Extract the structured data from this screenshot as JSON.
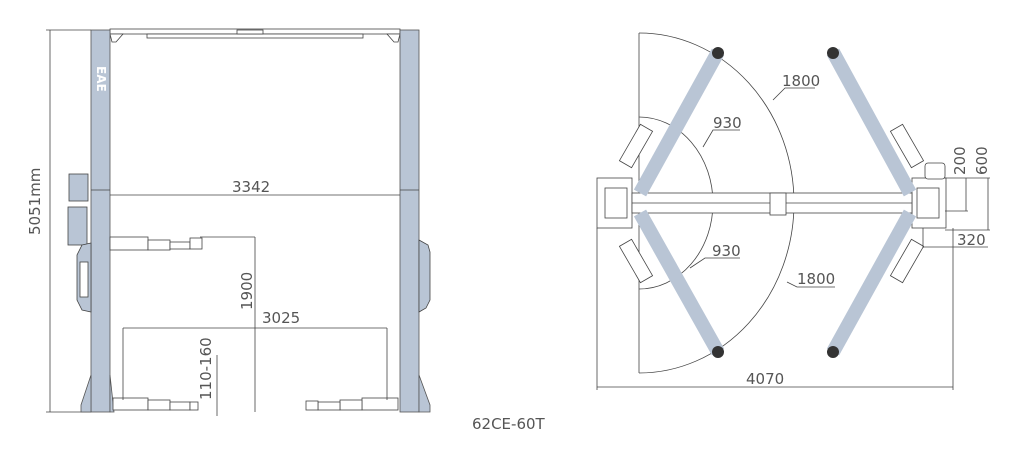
{
  "model_label": "62CE-60T",
  "front_view": {
    "brand_logo": "EAE",
    "dimensions": {
      "overall_height": "5051mm",
      "width_between_columns": "3342",
      "max_lift_height": "1900",
      "overall_drive_through": "3025",
      "min_pad_height": "110-160"
    }
  },
  "top_view": {
    "dimensions": {
      "outer_arm_radius_top": "1800",
      "inner_arm_radius_top": "930",
      "inner_arm_radius_bottom": "930",
      "outer_arm_radius_bottom": "1800",
      "overall_width": "4070",
      "motor_offset_200": "200",
      "motor_offset_600": "600",
      "base_depth": "320"
    }
  },
  "colors": {
    "column": "#b9c5d5",
    "line": "#444444",
    "text": "#555555"
  }
}
